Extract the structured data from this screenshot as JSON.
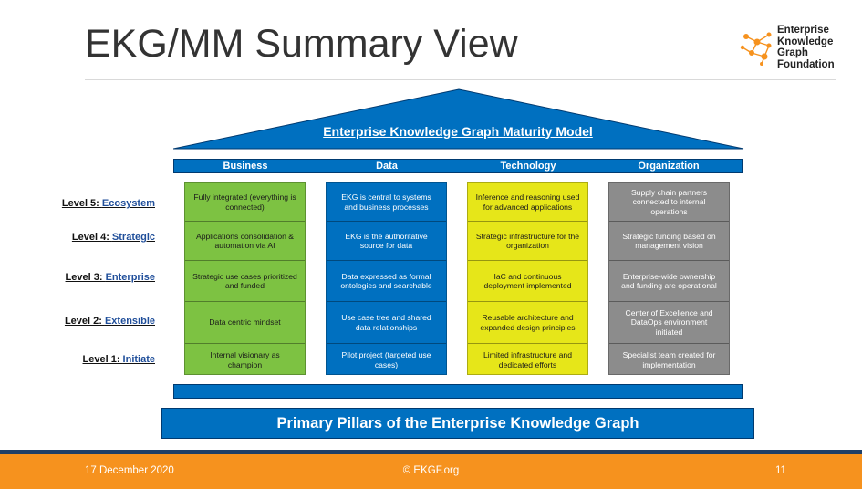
{
  "slide": {
    "title": "EKG/MM Summary View",
    "roof_title": "Enterprise Knowledge Graph Maturity Model",
    "pillars_label": "Primary Pillars of the Enterprise Knowledge Graph"
  },
  "logo": {
    "lines": [
      "Enterprise",
      "Knowledge",
      "Graph",
      "Foundation"
    ],
    "icon": "network-dots-icon",
    "color": "#f6921e"
  },
  "columns": [
    {
      "name": "Business",
      "color": "#7dc242",
      "text_color": "#1a1a1a",
      "cells": [
        "Fully integrated (everything is connected)",
        "Applications consolidation & automation via AI",
        "Strategic use cases prioritized and funded",
        "Data centric mindset",
        "Internal visionary as champion"
      ]
    },
    {
      "name": "Data",
      "color": "#0070c0",
      "text_color": "#ffffff",
      "cells": [
        "EKG is central to systems and business processes",
        "EKG is the authoritative source for data",
        "Data expressed as formal ontologies and searchable",
        "Use case tree and shared data relationships",
        "Pilot project (targeted use cases)"
      ]
    },
    {
      "name": "Technology",
      "color": "#e6e619",
      "text_color": "#1a1a1a",
      "cells": [
        "Inference and reasoning used for advanced applications",
        "Strategic infrastructure for the organization",
        "IaC and continuous deployment implemented",
        "Reusable architecture and expanded design principles",
        "Limited infrastructure and dedicated efforts"
      ]
    },
    {
      "name": "Organization",
      "color": "#8c8c8c",
      "text_color": "#ffffff",
      "cells": [
        "Supply chain partners connected to internal operations",
        "Strategic funding based on management vision",
        "Enterprise-wide ownership and funding are operational",
        "Center of Excellence and DataOps environment initiated",
        "Specialist team created for implementation"
      ]
    }
  ],
  "levels": [
    {
      "prefix": "Level 5: ",
      "name": "Ecosystem"
    },
    {
      "prefix": "Level 4: ",
      "name": "Strategic"
    },
    {
      "prefix": "Level 3: ",
      "name": "Enterprise"
    },
    {
      "prefix": "Level 2: ",
      "name": "Extensible"
    },
    {
      "prefix": "Level 1: ",
      "name": "Initiate"
    }
  ],
  "footer": {
    "date": "17 December 2020",
    "copyright": "© EKGF.org",
    "page": "11"
  },
  "colors": {
    "primary_blue": "#0070c0",
    "footer_orange": "#f6921e",
    "footer_navy": "#1f3f67"
  }
}
